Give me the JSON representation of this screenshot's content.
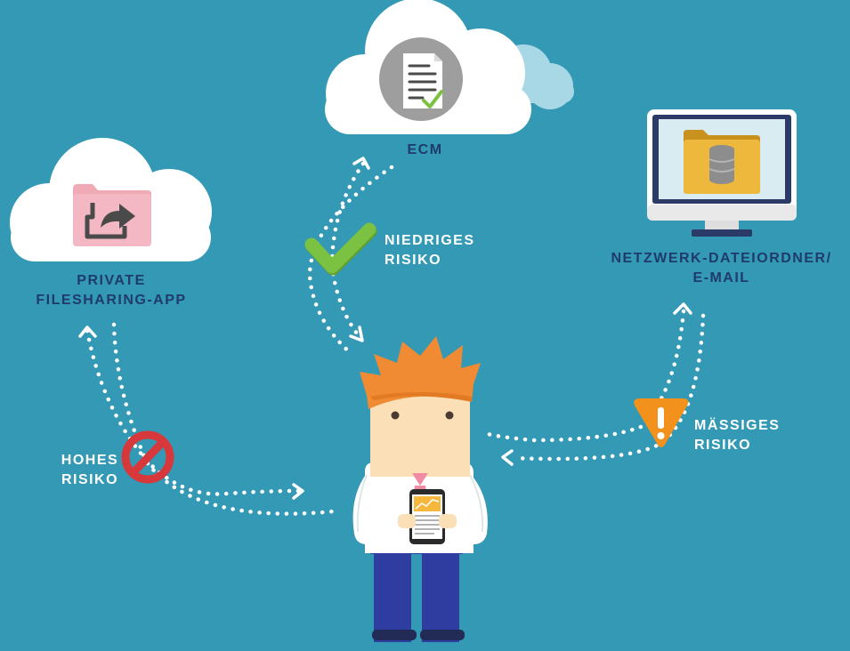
{
  "nodes": {
    "ecm": {
      "label": "ECM"
    },
    "private": {
      "label_line1": "PRIVATE",
      "label_line2": "FILESHARING-APP"
    },
    "network": {
      "label_line1": "NETZWERK-DATEIORDNER/",
      "label_line2": "E-MAIL"
    }
  },
  "risks": {
    "low": {
      "line1": "NIEDRIGES",
      "line2": "RISIKO",
      "icon": "checkmark-icon"
    },
    "high": {
      "line1": "HOHES",
      "line2": "RISIKO",
      "icon": "prohibited-icon"
    },
    "medium": {
      "line1": "MÄSSIGES",
      "line2": "RISIKO",
      "icon": "warning-icon"
    }
  },
  "colors": {
    "background": "#3399b5",
    "label_text": "#1f3b6b",
    "risk_low": "#7cc242",
    "risk_high": "#d6383b",
    "risk_medium": "#f2911b",
    "cloud": "#ffffff",
    "cloud_back": "#a8d8e6"
  }
}
